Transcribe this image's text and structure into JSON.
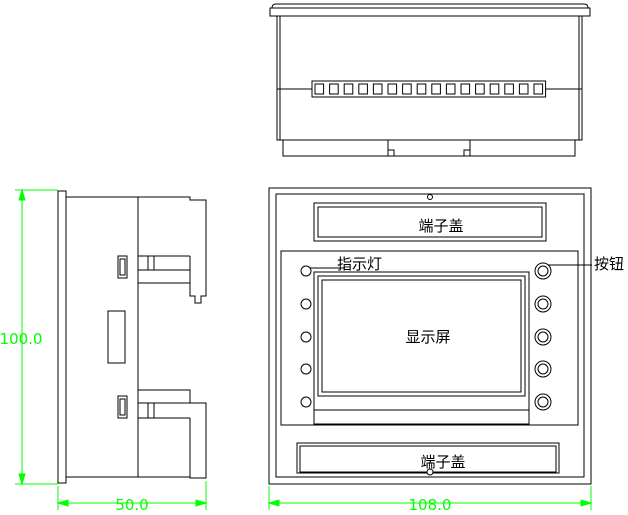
{
  "labels": {
    "terminal_cover_top": "端子盖",
    "terminal_cover_bottom": "端子盖",
    "indicator_light": "指示灯",
    "button": "按钮",
    "display": "显示屏"
  },
  "dimensions": {
    "height": "100.0",
    "depth": "50.0",
    "width": "108.0"
  },
  "colors": {
    "line": "#000000",
    "dimension": "#00ff00"
  }
}
